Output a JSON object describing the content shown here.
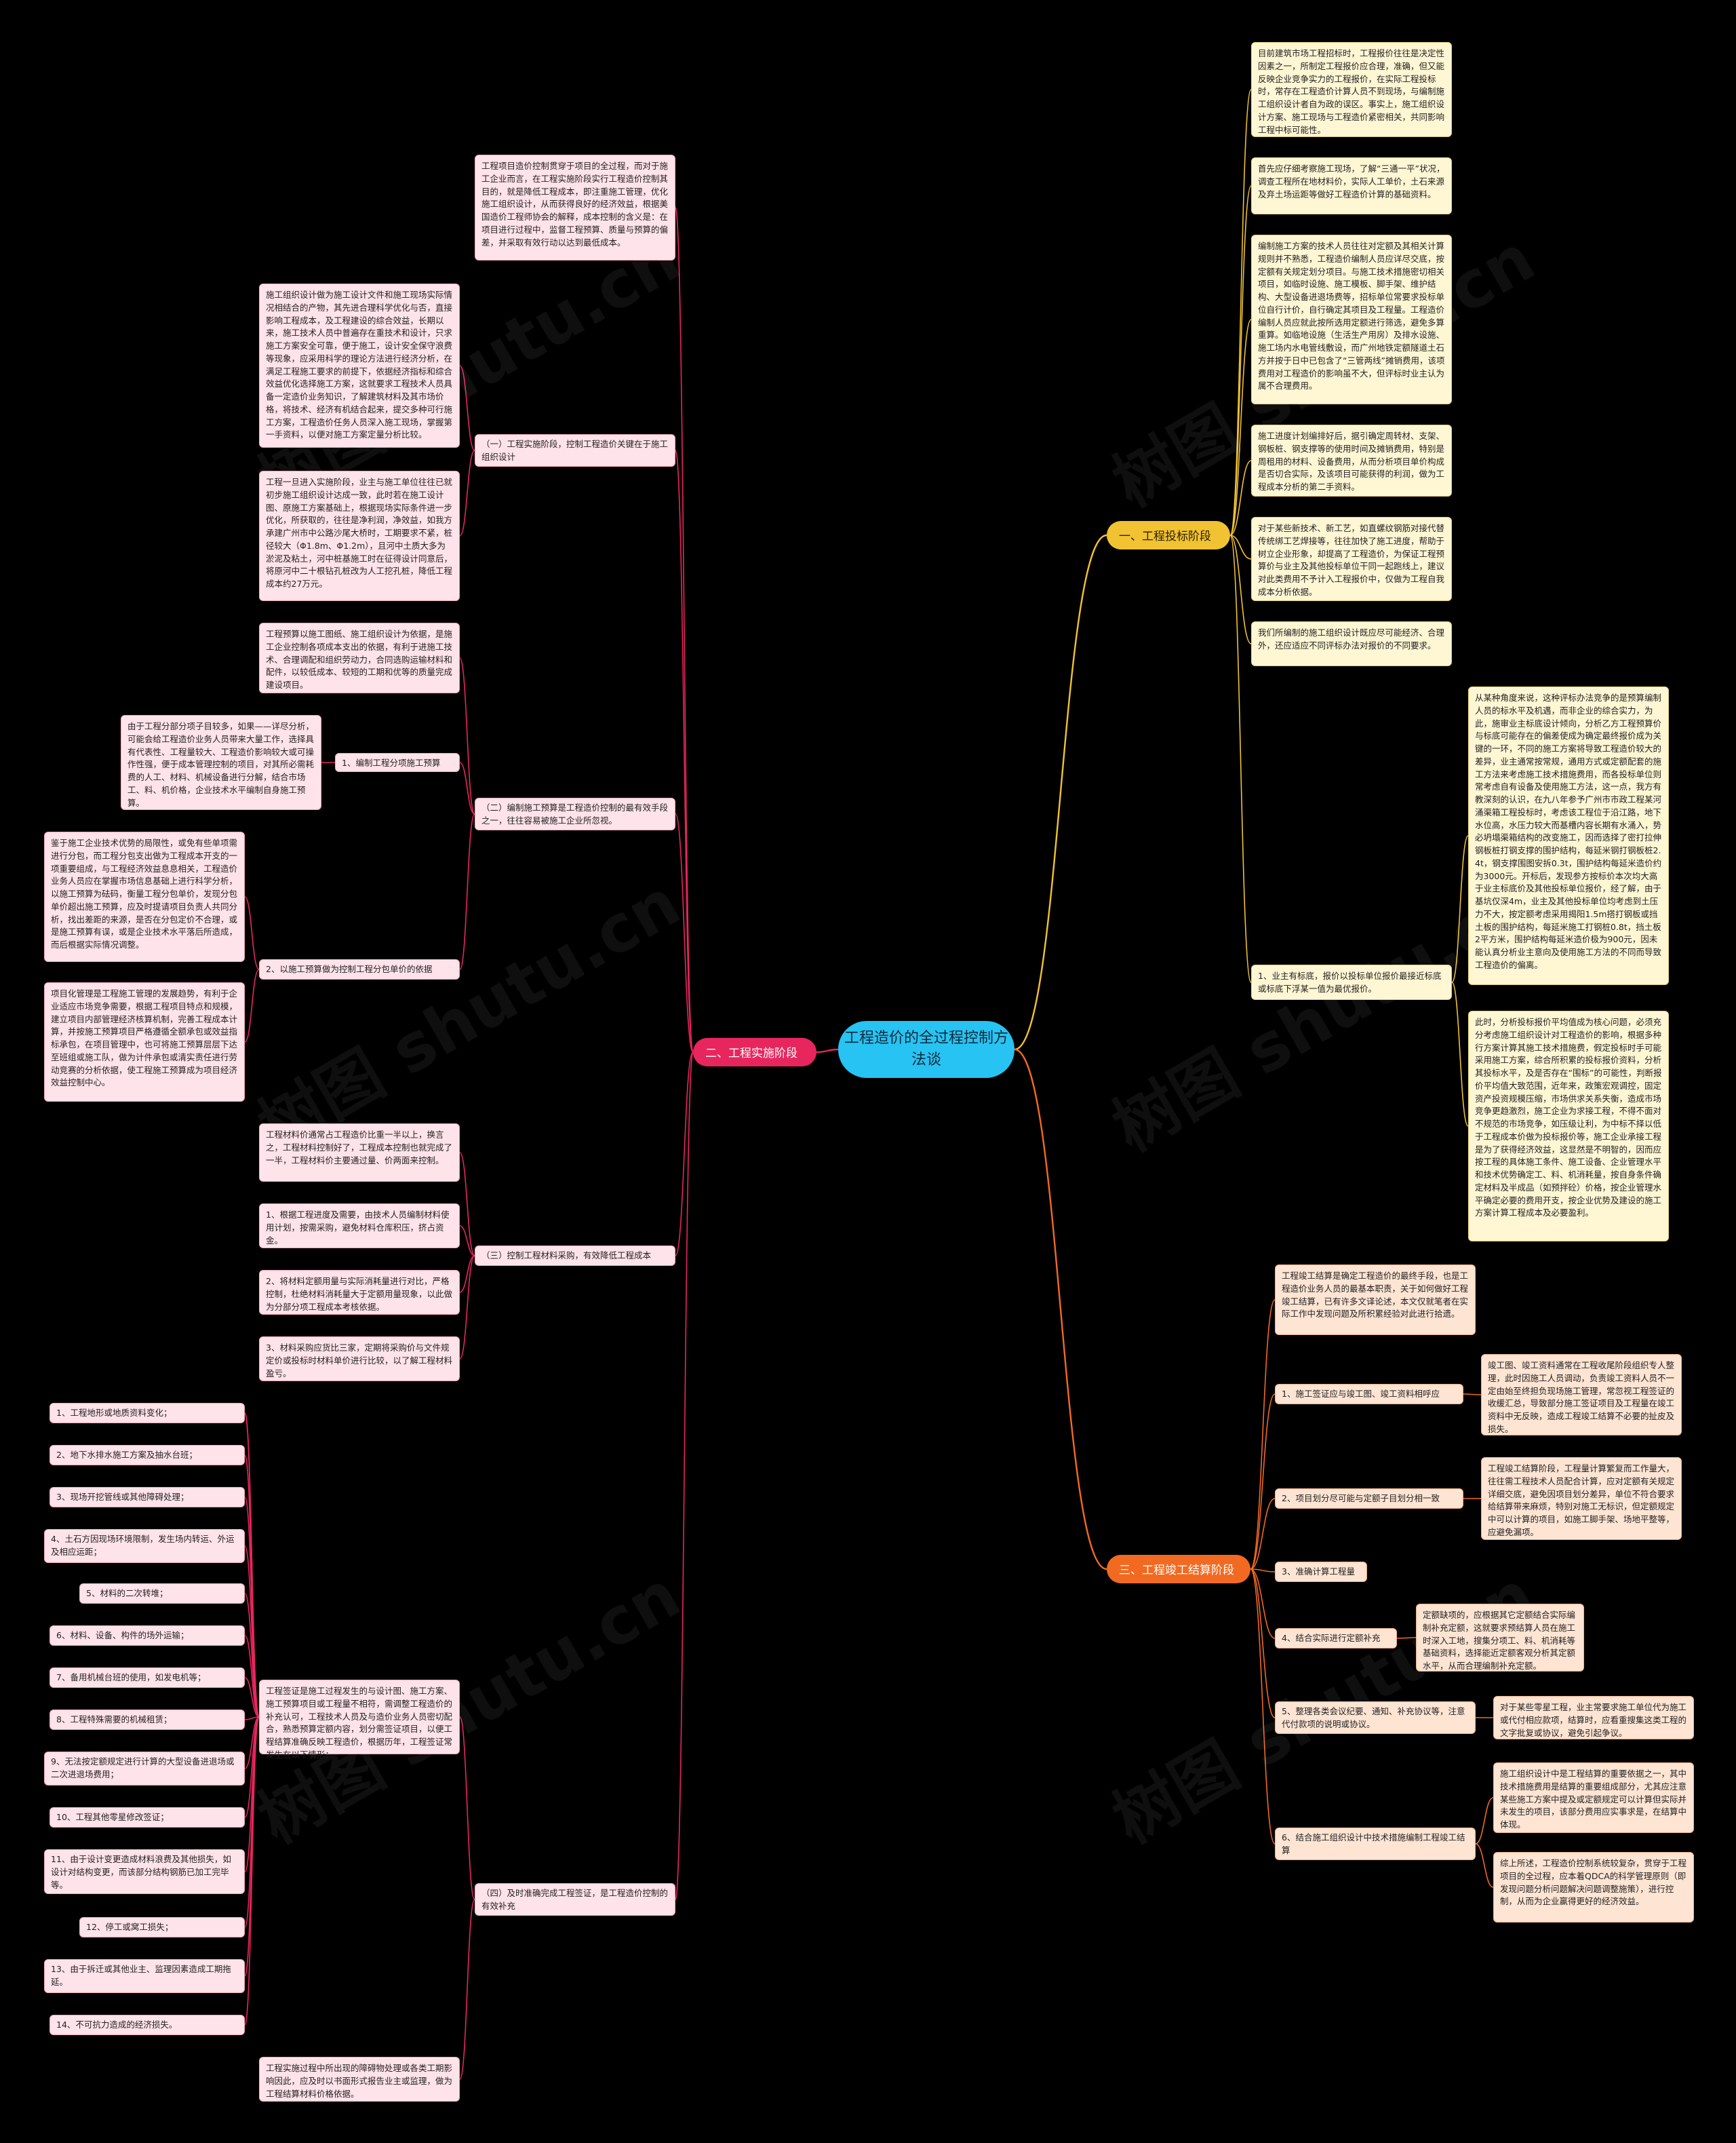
{
  "center": "工程造价的全过程控制方法谈",
  "watermark": "树图 shutu.cn",
  "colors": {
    "yellow": "#f1c232",
    "crimson": "#e8265e",
    "orange": "#f26a22",
    "cyan": "#27c3f2"
  },
  "b1": {
    "title": "一、工程投标阶段",
    "n1": "目前建筑市场工程招标时，工程报价往往是决定性因素之一，所制定工程报价应合理，准确，但又能反映企业竞争实力的工程报价，在实际工程投标时，常存在工程造价计算人员不到现场，与编制施工组织设计者自为政的误区。事实上，施工组织设计方案、施工现场与工程造价紧密相关，共同影响工程中标可能性。",
    "n2": "首先应仔细考察施工现场，了解“三通一平”状况，调查工程所在地材料价，实际人工单价，土石来源及弃土场运距等做好工程造价计算的基础资料。",
    "n3": "编制施工方案的技术人员往往对定额及其相关计算规则并不熟悉，工程造价编制人员应详尽交底，按定额有关规定划分项目。与施工技术措施密切相关项目，如临时设施、施工模板、脚手架、维护结构、大型设备进退场费等，招标单位常要求投标单位自行计价，自行确定其项目及工程量。工程造价编制人员应就此按所选用定额进行筛选，避免多算重算。如临地设施（生活生产用房）及排水设施、施工场内水电管线敷设，而广州地铁定额隧道土石方并按于日中已包含了“三管两线”摊销费用，该项费用对工程造价的影响虽不大，但评标时业主认为属不合理费用。",
    "n4": "施工进度计划编排好后，据引确定周转材、支架、钢板桩、钢支撑等的使用时间及摊销费用，特别是周租用的材料、设备费用，从而分析项目单价构成是否切合实际，及该项目可能获得的利润，做为工程成本分析的第二手资料。",
    "n5": "对于某些新技术、新工艺，如直螺纹钢筋对接代替传统绑工艺焊接等，往往加快了施工进度，帮助于树立企业形象，却提高了工程造价，为保证工程预算价与业主及其他投标单位干同一起跑线上，建议对此类费用不予计入工程报价中，仅做为工程自我成本分析依据。",
    "n6": "我们所编制的施工组织设计既应尽可能经济、合理外，还应适应不同评标办法对报价的不同要求。",
    "sub1": "1、业主有标底，报价以投标单位报价最接近标底或标底下浮某一值为最优报价。",
    "n7": "从某种角度来说，这种评标办法竞争的是预算编制人员的标水平及机遇，而非企业的综合实力，为此，施审业主标底设计倾向，分析乙方工程预算价与标底可能存在的偏差使成为确定最终报价成为关键的一环，不同的施工方案将导致工程造价较大的差异，业主通常按常规，通用方式或定额配套的施工方法来考虑施工技术措施费用，而各投标单位则常考虑自有设备及使用施工方法，这一点，我方有教深刻的认识，在九八年参予广州市市政工程某河涌渠箱工程投标时，考虑该工程位于沿江路，地下水位高，水压力较大而基槽内容长期有水涌入，势必坍塌渠箱结构的改变施工，因而选择了密打拉伸钢板桩打钢支撑的围护结构，每延米钢打钢板桩2.4t，钢支撑围图安拆0.3t，围护结构每延米造价约为3000元。开标后，发现参方按标价本次均大高于业主标底价及其他投标单位报价，经了解，由于基坑仅深4m，业主及其他投标单位均考虑到土压力不大，按定额考虑采用揭阳1.5m搭打钢板或挡土板的围护结构，每延米施工打钢桩0.8t，挡土板2平方米，围护结构每延米造价极为900元，因未能认真分析业主意向及使用施工方法的不同而导致工程造价的偏离。",
    "n8": "此时，分析投标报价平均值成为核心问题，必须充分考虑施工组织设计对工程造价的影响，根据多种行方案计算其施工技术措施费，假定投标时手可能采用施工方案，综合所积累的投标报价资料，分析其投标水平，及是否存在“围标”的可能性，判断报价平均值大致范围，近年来，政策宏观调控，固定资产投资规模压缩，市场供求关系失衡，造成市场竞争更趋激烈，施工企业为求接工程，不得不面对不规范的市场竞争，如压级让利，为中标不择以低于工程成本价做为投标报价等，施工企业承接工程是为了获得经济效益，这显然是不明智的，因而应按工程的具体施工条件、施工设备、企业管理水平和技术优势确定工、料、机消耗量，按自身条件确定材料及半成品（如预拌砼）价格，按企业管理水平确定必要的费用开支，按企业优势及建设的施工方案计算工程成本及必要盈利。"
  },
  "b2": {
    "title": "二、工程实施阶段",
    "intro": "工程项目造价控制贯穿于项目的全过程，而对于施工企业而言，在工程实施阶段实行工程造价控制其目的，就是降低工程成本，即注重施工管理，优化施工组织设计，从而获得良好的经济效益，根据美国造价工程师协会的解释，成本控制的含义是：在项目进行过程中，监督工程预算、质量与预算的偏差，并采取有效行动以达到最低成本。",
    "s1": {
      "label": "（一）工程实施阶段，控制工程造价关键在于施工组织设计",
      "a": "施工组织设计做为施工设计文件和施工现场实际情况相结合的产物，其先进合理科学优化与否，直接影响工程成本，及工程建设的综合效益，长期以来，施工技术人员中普遍存在重技术和设计，只求施工方案安全可靠，便于施工，设计安全保守浪费等现象，应采用科学的理论方法进行经济分析，在满足工程施工要求的前提下，依据经济指标和综合效益优化选择施工方案，这就要求工程技术人员具备一定造价业务知识，了解建筑材料及其市场价格，将技术、经济有机结合起来，提交多种可行施工方案，工程造价任务人员深入施工现场，掌握第一手资料，以便对施工方案定量分析比较。",
      "b": "工程一旦进入实施阶段，业主与施工单位往往已就初步施工组织设计达成一致，此时若在施工设计图、原施工方案基础上，根据现场实际条件进一步优化，所获取的，往往是净利润，净效益，如我方承建广州市中公路沙尾大桥时，工期要求不紧，桩径较大（Φ1.8m、Φ1.2m），且河中土质大多为淤泥及粘土，河中桩基施工时在征得设计同意后，将原河中二十根钻孔桩改为人工挖孔桩，降低工程成本约27万元。"
    },
    "s2": {
      "label": "（二）编制施工预算是工程造价控制的最有效手段之一，往往容易被施工企业所忽视。",
      "a": "工程预算以施工图纸、施工组织设计为依据，是施工企业控制各项成本支出的依据，有利于进施工技术、合理调配和组织劳动力，合同选购运输材料和配件，以较低成本、较短的工期和优等的质量完成建设项目。",
      "i1": {
        "label": "1、编制工程分项施工预算",
        "text": "由于工程分部分项子目较多，如果——详尽分析，可能会给工程造价业务人员带来大量工作，选择具有代表性、工程量较大、工程造价影响较大或可操作性强，便于成本管理控制的项目，对其所必需耗费的人工、材料、机械设备进行分解，结合市场工、料、机价格，企业技术水平编制自身施工预算。"
      },
      "i2": {
        "label": "2、以施工预算做为控制工程分包单价的依据",
        "a": "鉴于施工企业技术优势的局限性，或免有些单项需进行分包，而工程分包支出做为工程成本开支的一项重要组成，与工程经济效益息息相关，工程造价业务人员应在掌握市场信息基础上进行科学分析，以施工预算为砝码，衡量工程分包单价，发现分包单价超出施工预算，应及时提请项目负责人共同分析，找出差距的来源，是否在分包定价不合理，或是施工预算有误，或是企业技术水平落后所造成，而后根据实际情况调整。",
        "b": "项目化管理是工程施工管理的发展趋势，有利于企业适应市场竞争需要，根据工程项目特点和规模，建立项目内部管理经济核算机制，完善工程成本计算，并按施工预算项目严格遵循全额承包或效益指标承包，在项目管理中，也可将施工预算层层下达至班组或施工队，做为计件承包或清实责任进行劳动竞赛的分析依据，使工程施工预算成为项目经济效益控制中心。"
      }
    },
    "s3": {
      "label": "（三）控制工程材料采购，有效降低工程成本",
      "a": "工程材料价通常占工程造价比重一半以上，换言之，工程材料控制好了，工程成本控制也就完成了一半，工程材料价主要通过量、价两面来控制。",
      "b": "1、根据工程进度及需要，由技术人员编制材料使用计划，按需采购，避免材料仓库积压，挤占资金。",
      "c": "2、将材料定额用量与实际消耗量进行对比，严格控制，杜绝材料消耗量大于定额用量现象，以此做为分部分项工程成本考核依据。",
      "d": "3、材料采购应货比三家，定期将采购价与文件规定价或投标时材料单价进行比较，以了解工程材料盈亏。"
    },
    "s4": {
      "label": "（四）及时准确完成工程签证，是工程造价控制的有效补充",
      "intro": "工程签证是施工过程发生的与设计图、施工方案、施工预算项目或工程量不相符，需调整工程造价的补充认可，工程技术人员及与造价业务人员密切配合，熟悉预算定额内容，划分需签证项目，以便工程结算准确反映工程造价，根据历年，工程签证常发生在以下情形：",
      "items": [
        "1、工程地形或地质资料变化；",
        "2、地下水排水施工方案及抽水台班；",
        "3、现场开挖管线或其他障碍处理；",
        "4、土石方因现场环境限制，发生场内转运、外运及相应运距；",
        "5、材料的二次转堆；",
        "6、材料、设备、构件的场外运输；",
        "7、备用机械台班的使用，如发电机等；",
        "8、工程特殊需要的机械租赁；",
        "9、无法按定额规定进行计算的大型设备进退场或二次进退场费用；",
        "10、工程其他零星修改签证；",
        "11、由于设计变更造成材料浪费及其他损失，如设计对结构变更，而该部分结构钢筋已加工完毕等。",
        "12、停工或窝工损失；",
        "13、由于拆迁或其他业主、监理因素造成工期拖延。",
        "14、不可抗力造成的经济损失。"
      ],
      "tail": "工程实施过程中所出现的障碍物处理或各类工期影响因此，应及时以书面形式报告业主或监理，做为工程结算材料价格依据。"
    }
  },
  "b3": {
    "title": "三、工程竣工结算阶段",
    "intro": "工程竣工结算是确定工程造价的最终手段，也是工程造价业务人员的最基本职责，关于如何做好工程竣工结算，已有许多文译论述，本文仅就笔者在实际工作中发现问题及所积累经验对此进行拾遗。",
    "i1": {
      "label": "1、施工签证应与竣工图、竣工资料相呼应",
      "text": "竣工图、竣工资料通常在工程收尾阶段组织专人整理，此时因施工人员调动，负责竣工资料人员不一定由始至终担负现场施工管理，常忽视工程签证的收缓汇总，导致部分施工签证项目及工程量在竣工资料中无反映，造成工程竣工结算不必要的扯皮及损失。"
    },
    "i2": {
      "label": "2、项目划分尽可能与定额子目划分相一致",
      "text": "工程竣工结算阶段，工程量计算繁复而工作量大，往往需工程技术人员配合计算，应对定额有关规定详细交底，避免因项目划分差异，单位不符合要求给结算带来麻烦，特别对施工无标识，但定额规定中可以计算的项目，如施工脚手架、场地平整等，应避免漏项。"
    },
    "i3": {
      "label": "3、准确计算工程量"
    },
    "i4": {
      "label": "4、结合实际进行定额补充",
      "text": "定额缺项的，应根据其它定额结合实际编制补充定额，这就要求预结算人员在施工时深入工地，搜集分项工、料、机消耗等基础资料，选择能近定额客观分析其定额水平，从而合理编制补充定额。"
    },
    "i5": {
      "label": "5、整理各类会议纪要、通知、补充协议等，注意代付款项的说明或协议。",
      "text": "对于某些零星工程，业主常要求施工单位代为施工或代付相应款项，结算时，应看重搜集这类工程的文字批复或协议，避免引起争议。"
    },
    "i6": {
      "label": "6、结合施工组织设计中技术措施编制工程竣工结算",
      "a": "施工组织设计中是工程结算的重要依据之一，其中技术措施费用是结算的重要组成部分，尤其应注意某些施工方案中提及或定额规定可以计算但实际并未发生的项目，该部分费用应实事求是，在结算中体现。",
      "b": "综上所述，工程造价控制系统较复杂，贯穿于工程项目的全过程，应本着QDCA的科学管理原则（即发现问题分析问题解决问题调整施策），进行控制，从而为企业赢得更好的经济效益。"
    }
  }
}
